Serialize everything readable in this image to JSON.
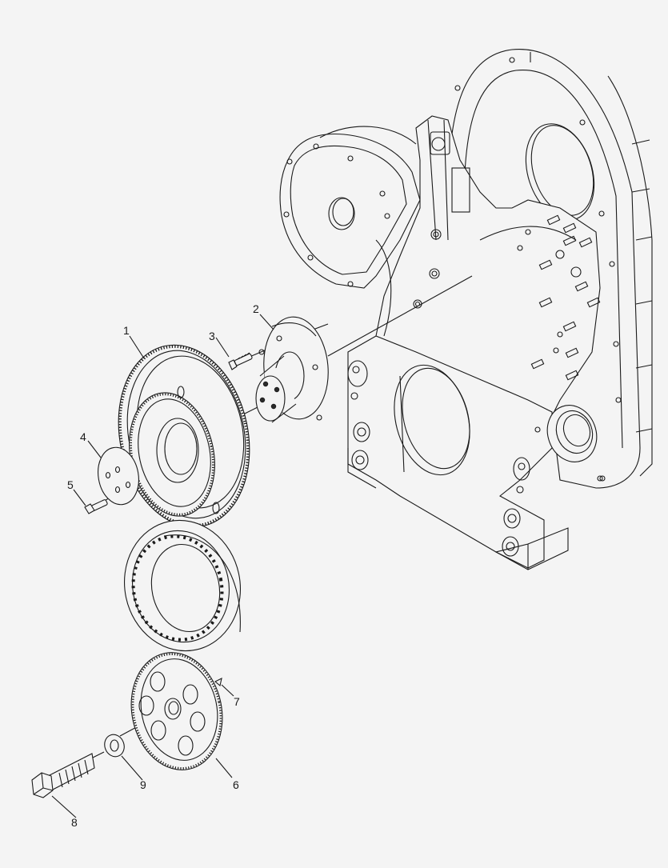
{
  "diagram": {
    "type": "exploded-parts-view",
    "background_color": "#f4f4f4",
    "line_color": "#1a1a1a",
    "subject": "Engine front gear housing with idler gear assembly",
    "callouts": [
      {
        "id": "1",
        "label": "1",
        "part": "idler gear (compound)"
      },
      {
        "id": "2",
        "label": "2",
        "part": "idler gear shaft / hub"
      },
      {
        "id": "3",
        "label": "3",
        "part": "hub cap screw"
      },
      {
        "id": "4",
        "label": "4",
        "part": "thrust plate"
      },
      {
        "id": "5",
        "label": "5",
        "part": "plate cap screw"
      },
      {
        "id": "6",
        "label": "6",
        "part": "drive gear"
      },
      {
        "id": "7",
        "label": "7",
        "part": "key"
      },
      {
        "id": "8",
        "label": "8",
        "part": "hex bolt"
      },
      {
        "id": "9",
        "label": "9",
        "part": "washer"
      }
    ]
  }
}
